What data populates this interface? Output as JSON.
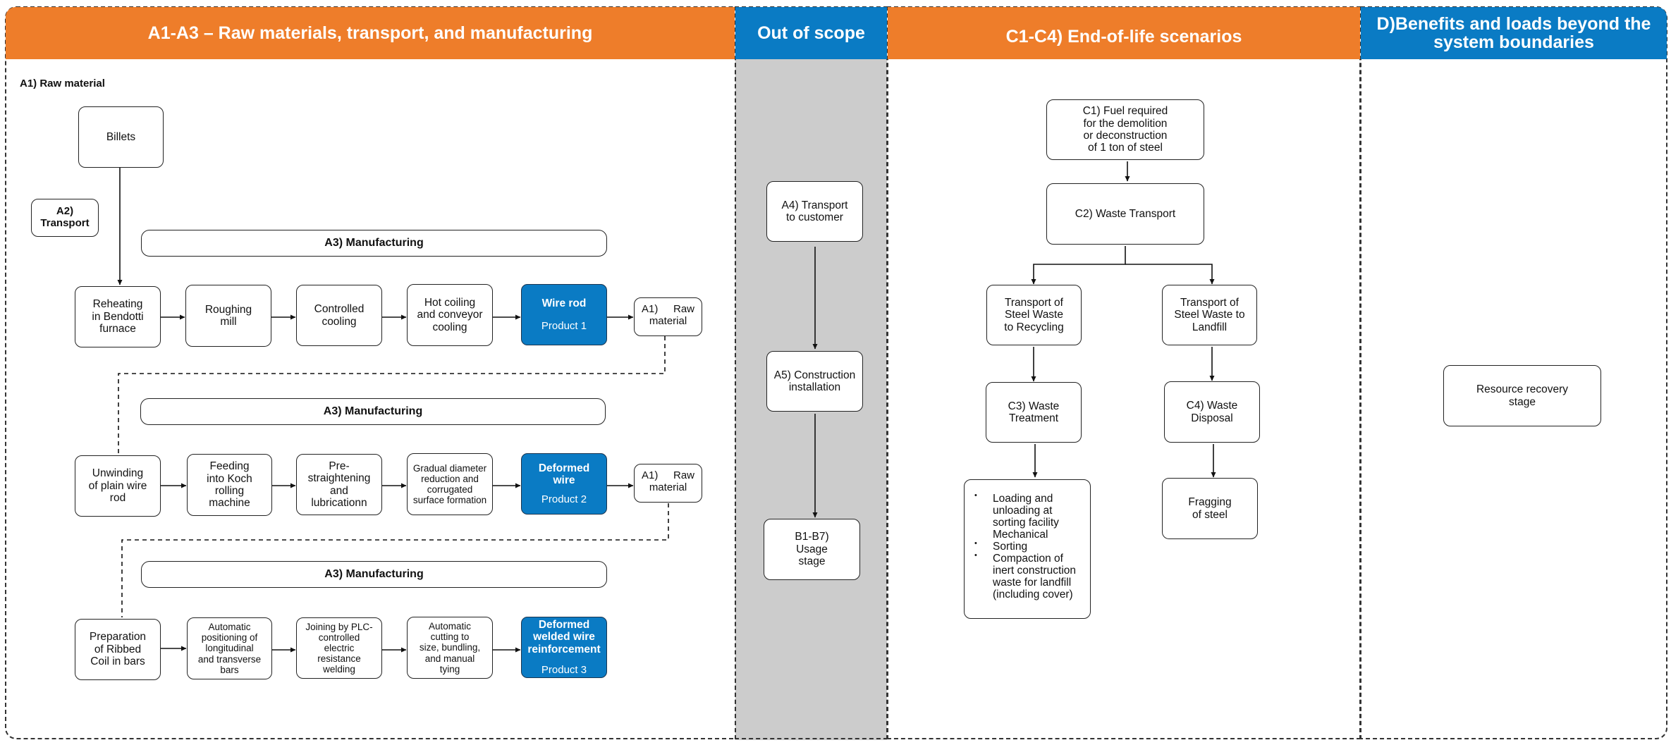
{
  "headers": {
    "a1a3": "A1-A3 – Raw materials, transport, and manufacturing",
    "out_of_scope": "Out of scope",
    "c1c4": "C1-C4) End-of-life scenarios",
    "d": "D)Benefits and loads beyond the system boundaries"
  },
  "colors": {
    "orange": "#ee7d2a",
    "blue": "#0a7bc4",
    "grey_panel": "#cccccc"
  },
  "a_section": {
    "raw_label": "A1) Raw material",
    "billets": "Billets",
    "transport": "A2)\nTransport",
    "manufacturing_label": "A3) Manufacturing",
    "row1": {
      "steps": [
        "Reheating\nin Bendotti\nfurnace",
        "Roughing\nmill",
        "Controlled\ncooling",
        "Hot coiling\nand conveyor\ncooling"
      ],
      "product_name": "Wire rod",
      "product_label": "Product 1",
      "raw_a": "A1)",
      "raw_b": "Raw",
      "raw_c": "material"
    },
    "row2": {
      "steps": [
        "Unwinding\nof plain wire\nrod",
        "Feeding\ninto Koch\nrolling\nmachine",
        "Pre-\nstraightening\nand\nlubricationn",
        "Gradual diameter\nreduction and\ncorrugated\nsurface formation"
      ],
      "product_name": "Deformed\nwire",
      "product_label": "Product 2",
      "raw_a": "A1)",
      "raw_b": "Raw",
      "raw_c": "material"
    },
    "row3": {
      "steps": [
        "Preparation\nof Ribbed\nCoil in bars",
        "Automatic\npositioning of\nlongitudinal\nand transverse\nbars",
        "Joining by PLC-\ncontrolled\nelectric\nresistance\nwelding",
        "Automatic\ncutting to\nsize, bundling,\nand manual\ntying"
      ],
      "product_name": "Deformed\nwelded wire\nreinforcement",
      "product_label": "Product 3"
    }
  },
  "scope": {
    "a4": "A4) Transport\nto customer",
    "a5": "A5) Construction\ninstallation",
    "b": "B1-B7)\nUsage\nstage"
  },
  "c_section": {
    "c1": "C1) Fuel required\nfor the demolition\nor deconstruction\nof 1 ton of steel",
    "c2": "C2) Waste Transport",
    "recycling": "Transport of\nSteel Waste\nto Recycling",
    "landfill": "Transport of\nSteel Waste to\nLandfill",
    "c3": "C3) Waste\nTreatment",
    "c4": "C4) Waste\nDisposal",
    "treatment_items": [
      "Loading and unloading at sorting facility",
      "Mechanical",
      "Sorting",
      "Compaction of inert construction waste for landfill (including cover)"
    ],
    "fragging": "Fragging\nof steel"
  },
  "d_section": {
    "resource": "Resource recovery\nstage"
  }
}
